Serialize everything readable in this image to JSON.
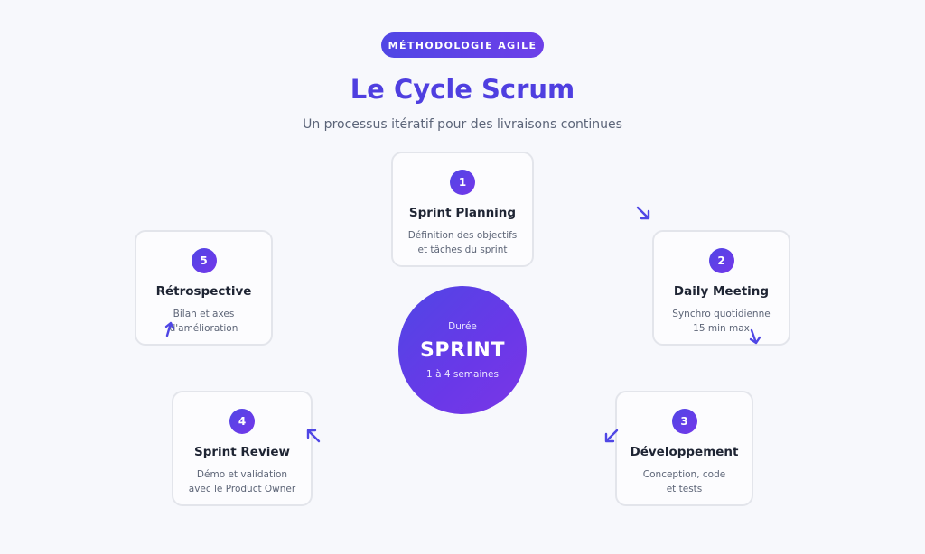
{
  "badge": "MÉTHODOLOGIE AGILE",
  "title": "Le Cycle Scrum",
  "subtitle": "Un processus itératif pour des livraisons continues",
  "center": {
    "label": "Durée",
    "title": "SPRINT",
    "subtitle": "1 à 4 semaines"
  },
  "steps": [
    {
      "number": "1",
      "title": "Sprint Planning",
      "description": "Définition des objectifs\net tâches du sprint"
    },
    {
      "number": "2",
      "title": "Daily Meeting",
      "description": "Synchro quotidienne\n15 min max"
    },
    {
      "number": "3",
      "title": "Développement",
      "description": "Conception, code\net tests"
    },
    {
      "number": "4",
      "title": "Sprint Review",
      "description": "Démo et validation\navec le Product Owner"
    },
    {
      "number": "5",
      "title": "Rétrospective",
      "description": "Bilan et axes\nd'amélioration"
    }
  ],
  "colors": {
    "accent": "#4f46e5",
    "accent_secondary": "#7c3aed",
    "background": "#f7f8fc",
    "card_border": "#e3e5eb"
  }
}
